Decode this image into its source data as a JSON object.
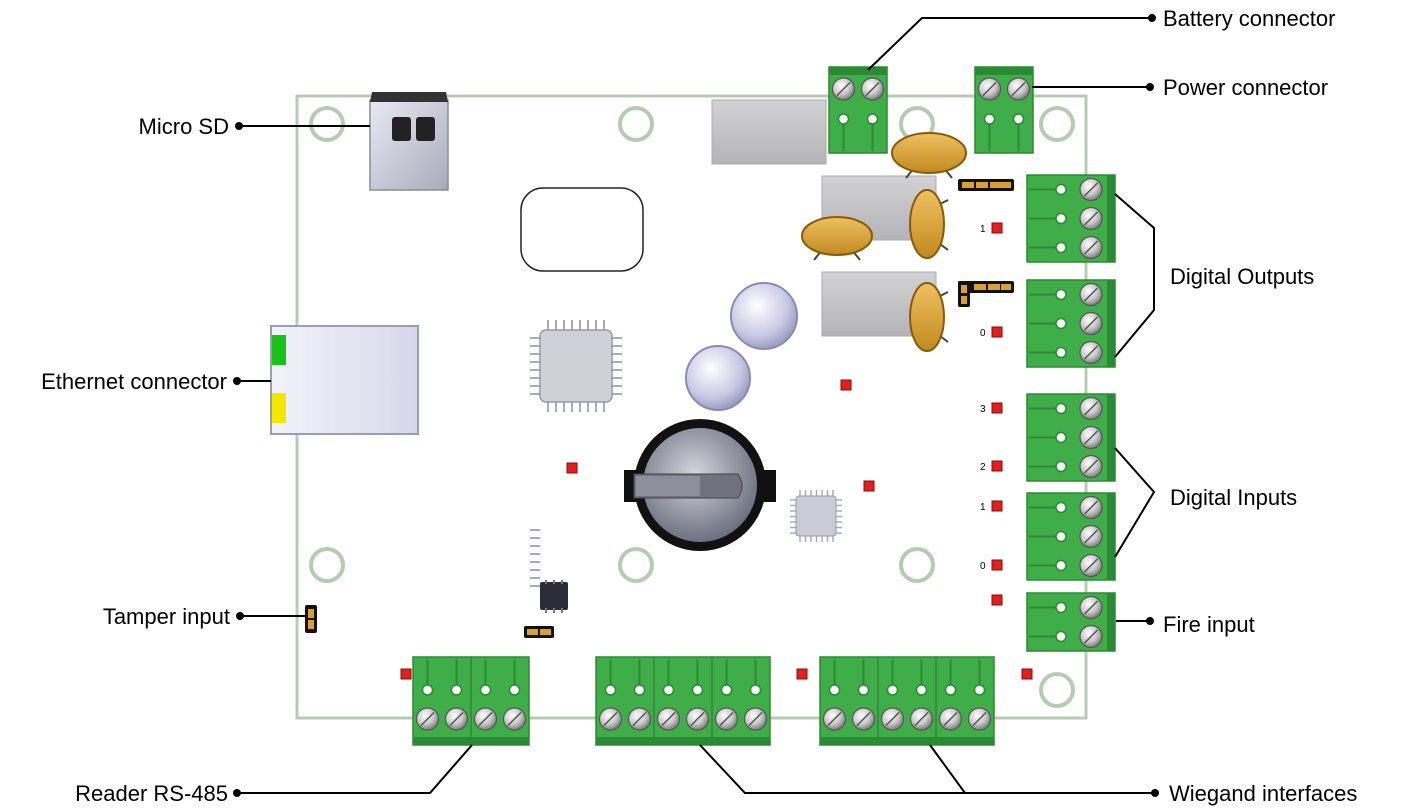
{
  "title": "",
  "callouts": {
    "micro_sd": "Micro SD",
    "ethernet": "Ethernet connector",
    "tamper": "Tamper input",
    "reader_rs485": "Reader RS-485",
    "battery": "Battery connector",
    "power": "Power connector",
    "digital_outputs": "Digital Outputs",
    "digital_inputs": "Digital Inputs",
    "fire_input": "Fire input",
    "wiegand": "Wiegand interfaces"
  },
  "indicator_numbers": {
    "out_1": "1",
    "out_0": "0",
    "in_3": "3",
    "in_2": "2",
    "in_1": "1",
    "in_0": "0"
  },
  "colors": {
    "board_outline": "#b5ccb2",
    "terminal_green": "#3fae49",
    "terminal_dark": "#2b8a34",
    "led_red": "#e0201d",
    "capacitor": "#d9a030",
    "relay_gray": "#c2c2c4",
    "eth_green_led": "#16c316",
    "eth_yellow_led": "#f5e800"
  }
}
